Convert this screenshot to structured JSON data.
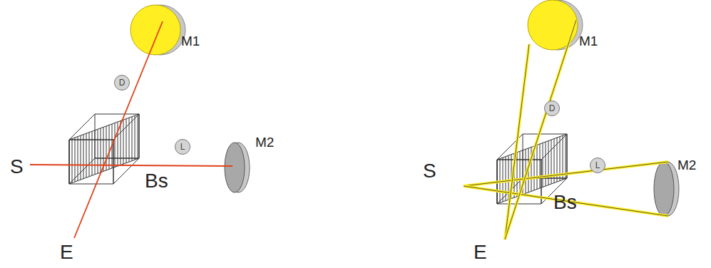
{
  "diagram": {
    "nodes": [
      {
        "text": [
          "D"
        ]
      },
      {
        "text": [
          "L"
        ]
      },
      {
        "text": [
          "D"
        ]
      },
      {
        "text": [
          "L"
        ]
      }
    ],
    "labels": [
      "M1",
      "S",
      "Bs",
      "M2",
      "E",
      "M1",
      "S",
      "Bs",
      "M2",
      "E"
    ]
  }
}
